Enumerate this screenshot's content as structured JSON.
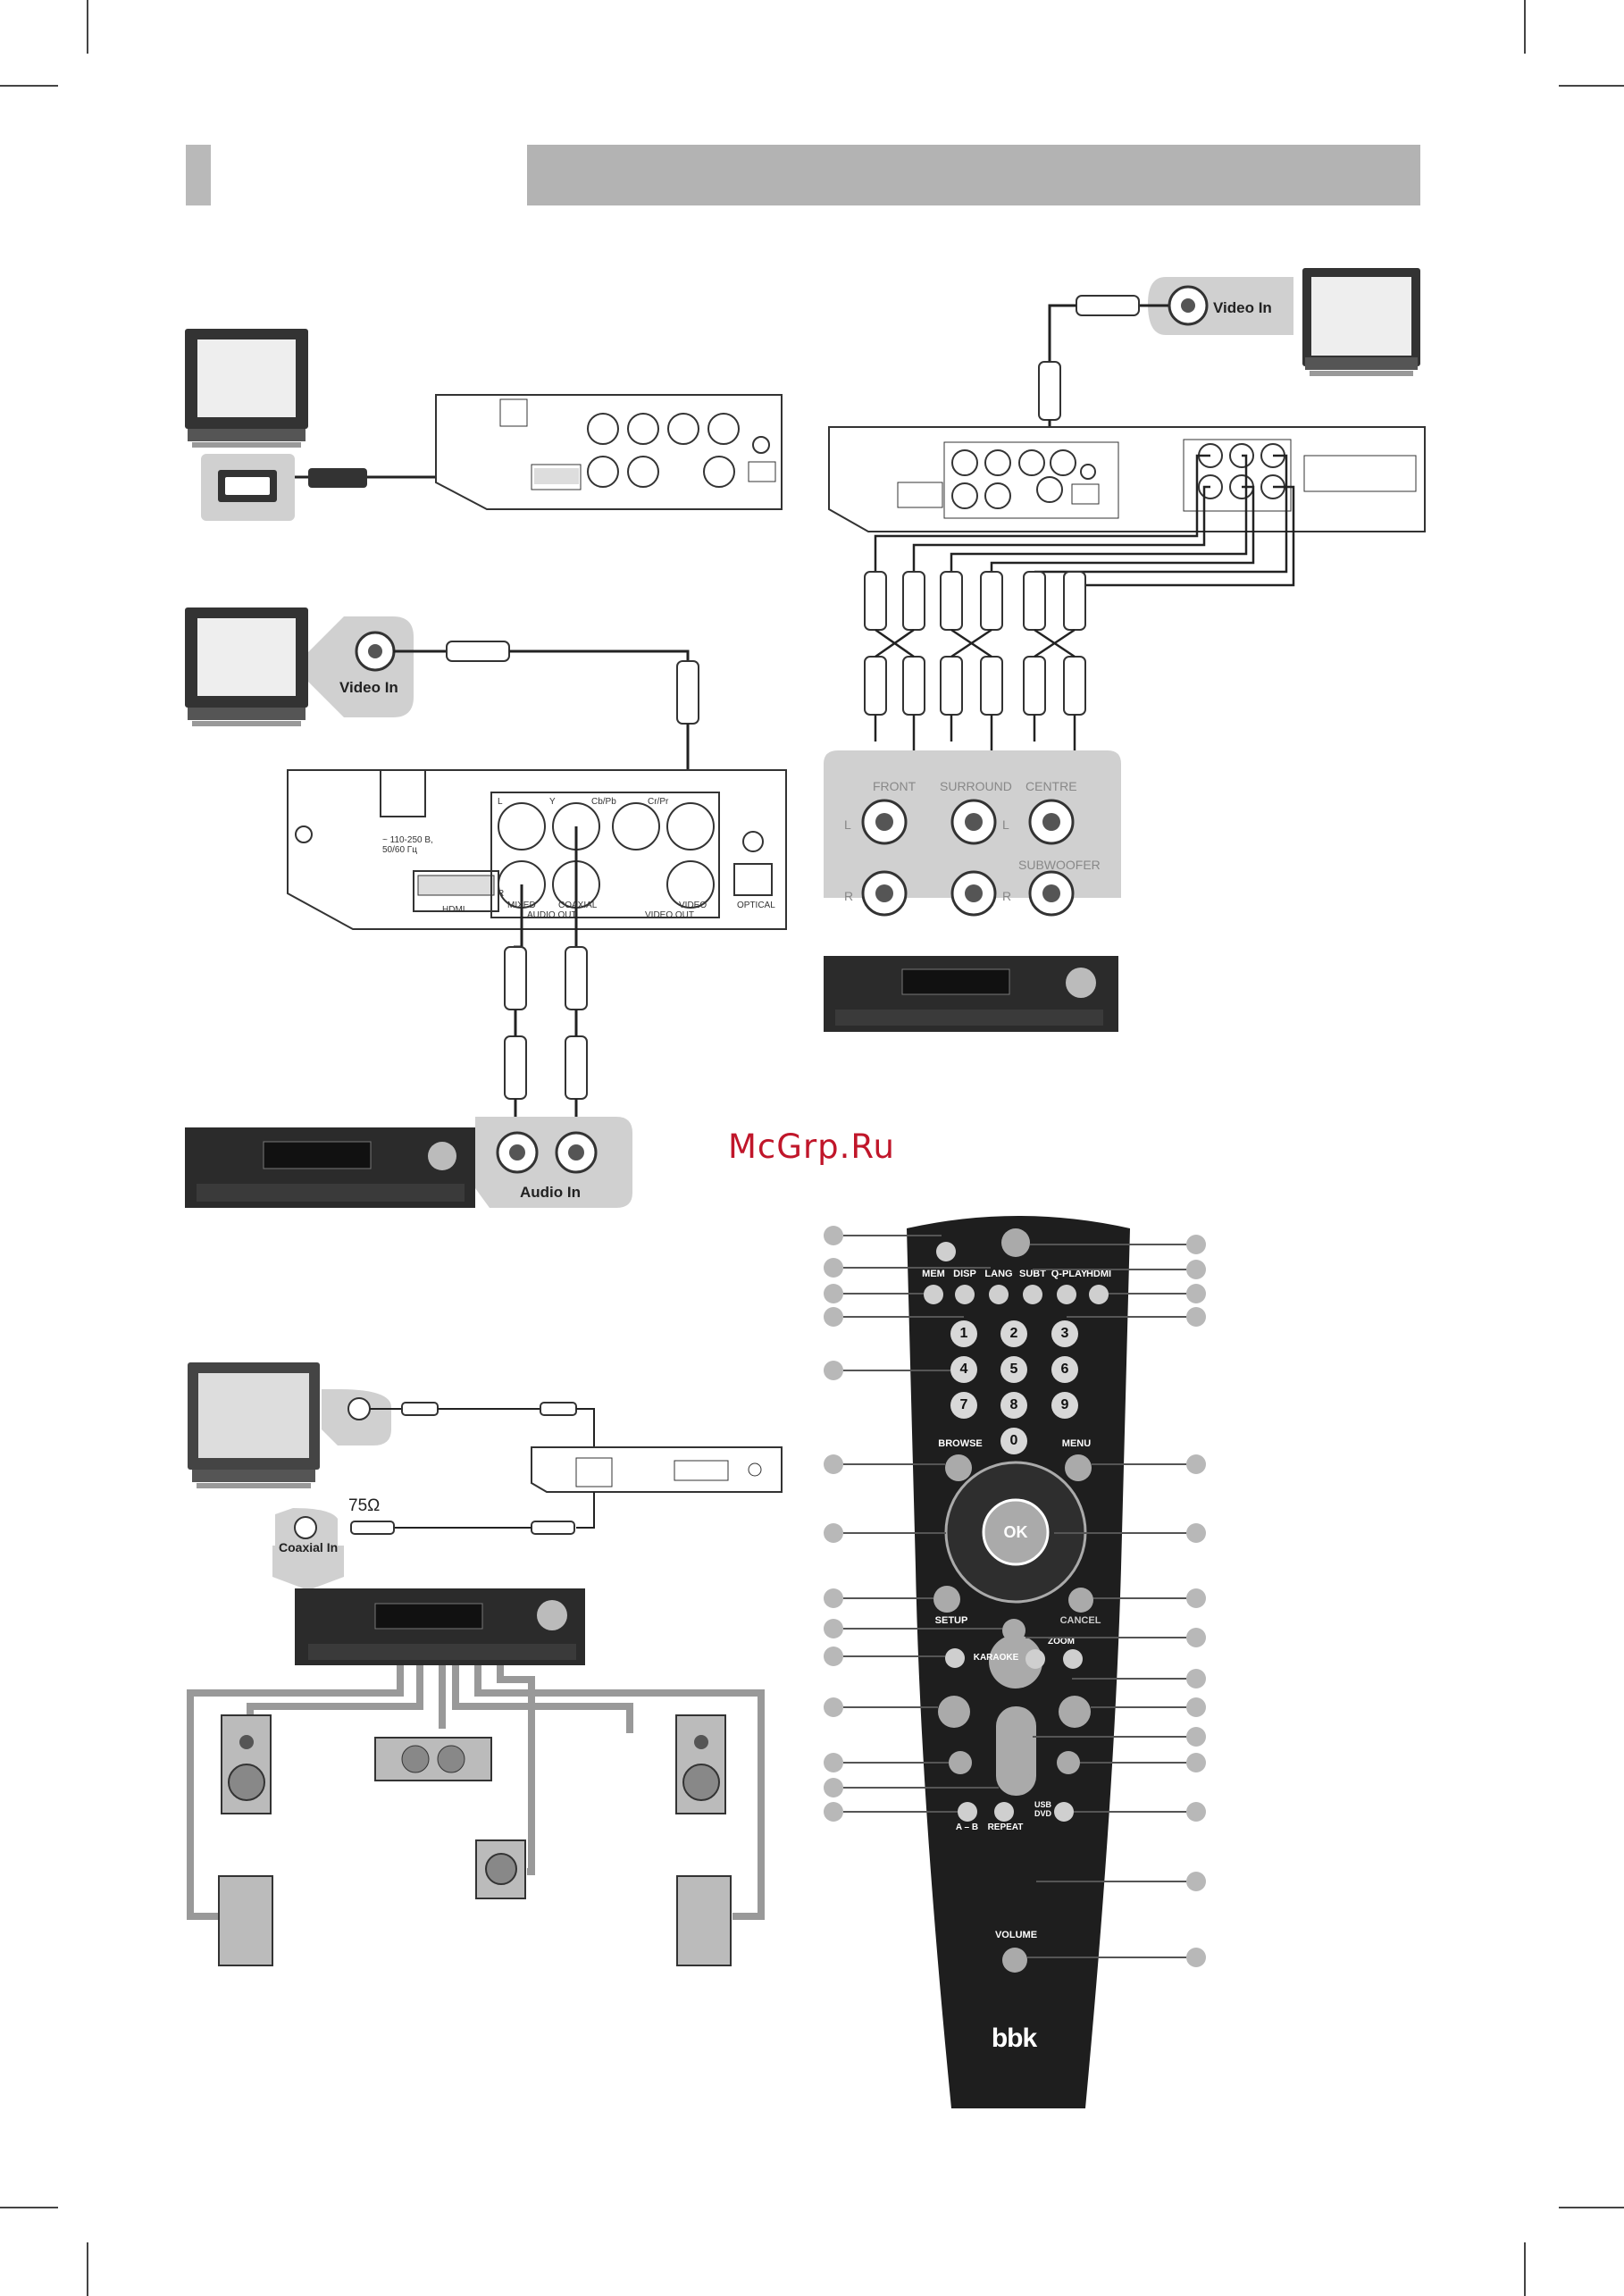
{
  "watermark": "McGrp.Ru",
  "hdmi_panel": {
    "jacks": [
      "L",
      "Y",
      "Cb/Pb",
      "Cr/Pr",
      "R"
    ],
    "bottom_labels": [
      "HDMI",
      "MIXED",
      "COAXIAL",
      "VIDEO",
      "OPTICAL"
    ],
    "group_labels": [
      "AUDIO OUT",
      "VIDEO OUT"
    ],
    "power": "~ 110-250 В, 50/60 Гц"
  },
  "video_in_label": "Video In",
  "audio_in_label": "Audio In",
  "coaxial_in_label": "Coaxial In",
  "ohm_label": "75Ω",
  "amp_panel": {
    "labels": [
      "FRONT",
      "SURROUND",
      "CENTRE",
      "SUBWOOFER"
    ],
    "side": [
      "L",
      "R"
    ],
    "mid": [
      "L",
      "R"
    ]
  },
  "remote": {
    "brand": "bbk",
    "top_row": [
      "MEM",
      "DISP",
      "LANG",
      "SUBT",
      "Q-PLAY",
      "HDMI"
    ],
    "numbers": [
      "1",
      "2",
      "3",
      "4",
      "5",
      "6",
      "7",
      "8",
      "9",
      "0"
    ],
    "browse": "BROWSE",
    "menu": "MENU",
    "ok": "OK",
    "setup": "SETUP",
    "cancel": "CANCEL",
    "karaoke": "KARAOKE",
    "zoom": "ZOOM",
    "ab": "A – B",
    "repeat": "REPEAT",
    "usb": "USB DVD",
    "volume": "VOLUME"
  }
}
